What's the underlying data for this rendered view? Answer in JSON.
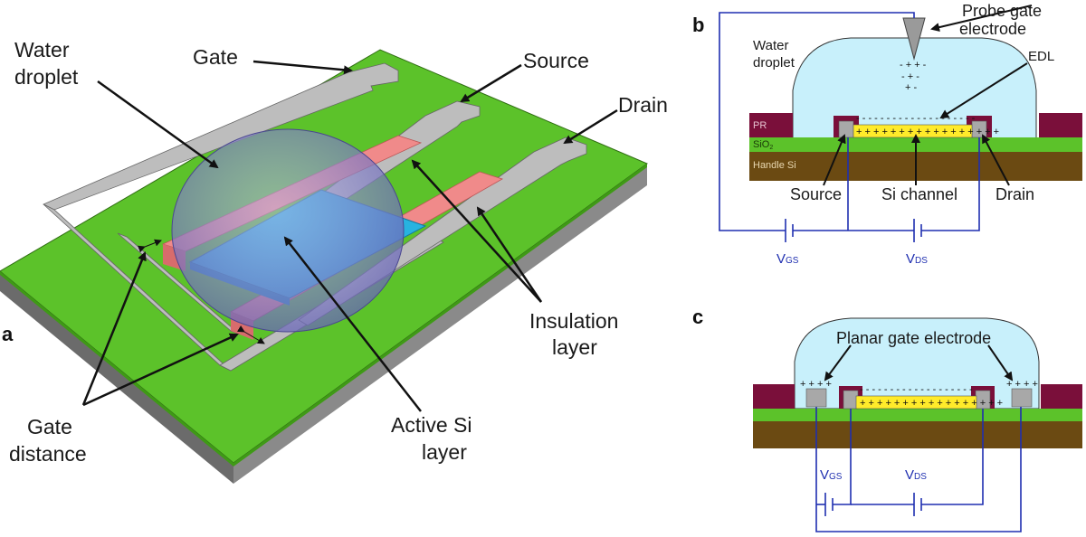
{
  "panels": {
    "a": "a",
    "b": "b",
    "c": "c"
  },
  "panel_a": {
    "water_droplet": [
      "Water",
      "droplet"
    ],
    "gate": "Gate",
    "source": "Source",
    "drain": "Drain",
    "insulation_layer": [
      "Insulation",
      "layer"
    ],
    "active_si_layer": [
      "Active Si",
      "layer"
    ],
    "gate_distance": [
      "Gate",
      "distance"
    ]
  },
  "panel_b": {
    "probe_gate_electrode": [
      "Probe gate",
      "electrode"
    ],
    "water_droplet": [
      "Water",
      "droplet"
    ],
    "edl": "EDL",
    "pr": "PR",
    "sio2": "SiO",
    "sio2_sub": "2",
    "handle_si": "Handle Si",
    "source": "Source",
    "si_channel": "Si channel",
    "drain": "Drain",
    "vgs": "V",
    "vgs_sub": "GS",
    "vds": "V",
    "vds_sub": "DS"
  },
  "panel_c": {
    "planar_gate_electrode": "Planar gate electrode",
    "vgs": "V",
    "vgs_sub": "GS",
    "vds": "V",
    "vds_sub": "DS"
  },
  "colors": {
    "substrate_green": "#5cc22a",
    "metal_grey": "#b8b8b8",
    "insulation_pink": "#f08a8a",
    "active_si_blue": "#27b3e0",
    "droplet": "#c8f0fb",
    "pr_maroon": "#7a0f3a",
    "handle_si_brown": "#6b4a12",
    "channel_yellow": "#ffeb2a",
    "circuit_blue": "#1f2fb0"
  }
}
